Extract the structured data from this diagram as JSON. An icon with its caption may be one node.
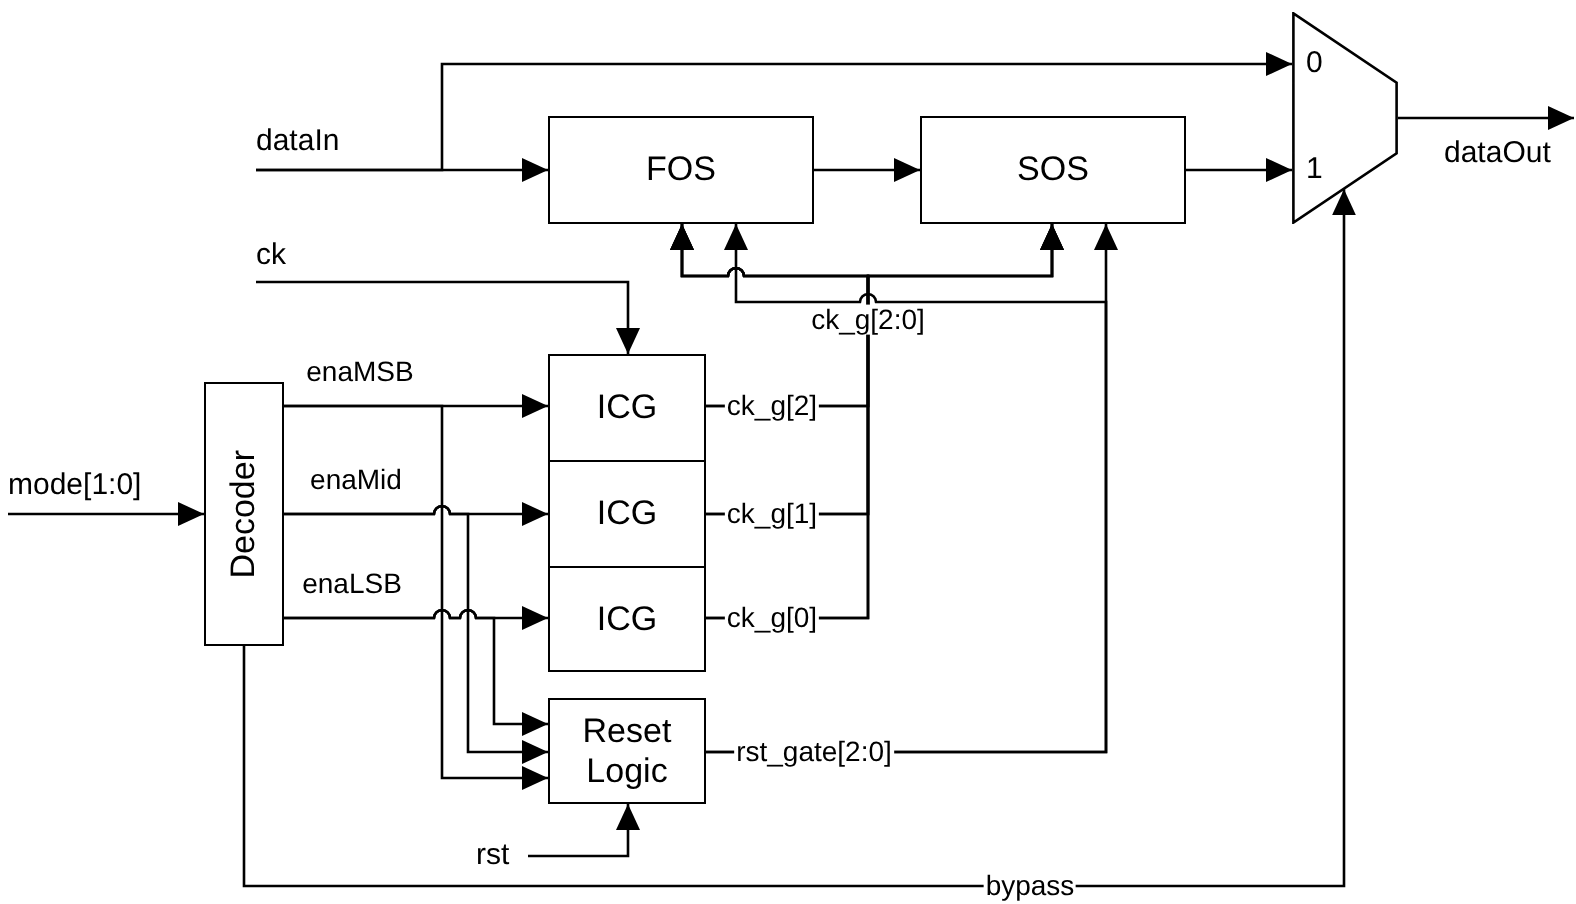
{
  "diagram": {
    "nodes": [
      {
        "text": [
          "dataIn"
        ]
      },
      {
        "text": [
          "FOS"
        ]
      },
      {
        "text": [
          "SOS"
        ]
      },
      {
        "text": [
          "0",
          "1"
        ]
      },
      {
        "text": [
          "dataOut"
        ]
      },
      {
        "text": [
          "ck"
        ]
      },
      {
        "text": [
          "mode[1:0]"
        ]
      },
      {
        "text": [
          "Decoder"
        ]
      },
      {
        "text": [
          "ICG"
        ]
      },
      {
        "text": [
          "ICG"
        ]
      },
      {
        "text": [
          "ICG"
        ]
      },
      {
        "text": [
          "Reset Logic"
        ]
      },
      {
        "text": [
          "rst"
        ]
      }
    ],
    "edges": [
      {
        "from": 0,
        "to": 1,
        "arrow": "to"
      },
      {
        "from": 0,
        "to": 3,
        "arrow": "to"
      },
      {
        "from": 1,
        "to": 2,
        "arrow": "to"
      },
      {
        "from": 2,
        "to": 3,
        "arrow": "to"
      },
      {
        "from": 3,
        "to": 4,
        "arrow": "to"
      },
      {
        "from": 5,
        "to": 8,
        "arrow": "to"
      },
      {
        "from": 6,
        "to": 7,
        "arrow": "to"
      },
      {
        "from": 7,
        "to": 8,
        "label": "enaMSB",
        "arrow": "to"
      },
      {
        "from": 7,
        "to": 9,
        "label": "enaMid",
        "arrow": "to"
      },
      {
        "from": 7,
        "to": 10,
        "label": "enaLSB",
        "arrow": "to"
      },
      {
        "from": 7,
        "to": 11,
        "arrow": "to"
      },
      {
        "from": 7,
        "to": 11,
        "arrow": "to"
      },
      {
        "from": 7,
        "to": 11,
        "arrow": "to"
      },
      {
        "from": 8,
        "to": 1,
        "label": "ck_g[2]",
        "arrow": "to"
      },
      {
        "from": 8,
        "to": 2,
        "arrow": "to"
      },
      {
        "from": 9,
        "to": 1,
        "label": "ck_g[1]",
        "arrow": "to"
      },
      {
        "from": 9,
        "to": 2,
        "arrow": "to"
      },
      {
        "from": 10,
        "to": 1,
        "label": "ck_g[0]",
        "arrow": "to"
      },
      {
        "from": 10,
        "to": 2,
        "arrow": "to"
      },
      {
        "from": 11,
        "to": 1,
        "label": "rst_gate[2:0]",
        "arrow": "to"
      },
      {
        "from": 11,
        "to": 2,
        "arrow": "to"
      },
      {
        "from": 12,
        "to": 11,
        "arrow": "to"
      },
      {
        "from": 7,
        "to": 3,
        "label": "bypass",
        "arrow": "to"
      }
    ],
    "labels": [
      "ck_g[2:0]"
    ]
  }
}
